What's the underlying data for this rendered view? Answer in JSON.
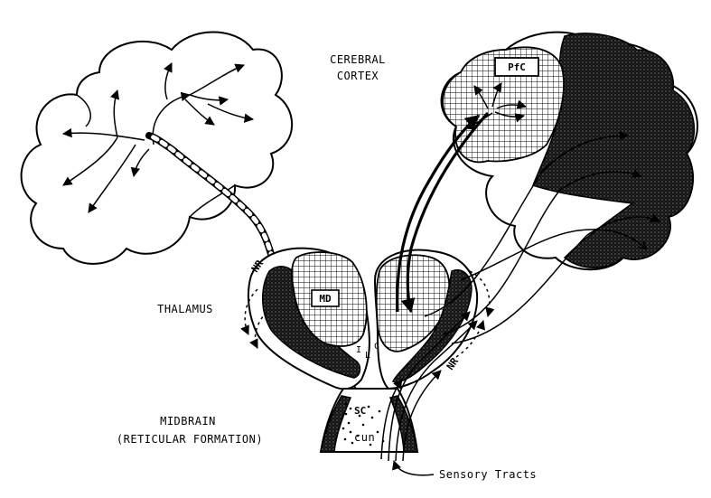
{
  "labels": {
    "cerebral_cortex_line1": "CEREBRAL",
    "cerebral_cortex_line2": "CORTEX",
    "thalamus": "THALAMUS",
    "midbrain_line1": "MIDBRAIN",
    "midbrain_line2": "(RETICULAR FORMATION)",
    "pfc": "PfC",
    "md": "MD",
    "ilc_i": "I",
    "ilc_l": "L",
    "ilc_c": "C",
    "nr_left": "NR",
    "nr_right": "NR",
    "sc": "SC",
    "cun": "cun",
    "sensory_tracts": "Sensory Tracts"
  },
  "colors": {
    "ink": "#000000",
    "paper": "#ffffff",
    "stipple": "#1a1a1a"
  }
}
